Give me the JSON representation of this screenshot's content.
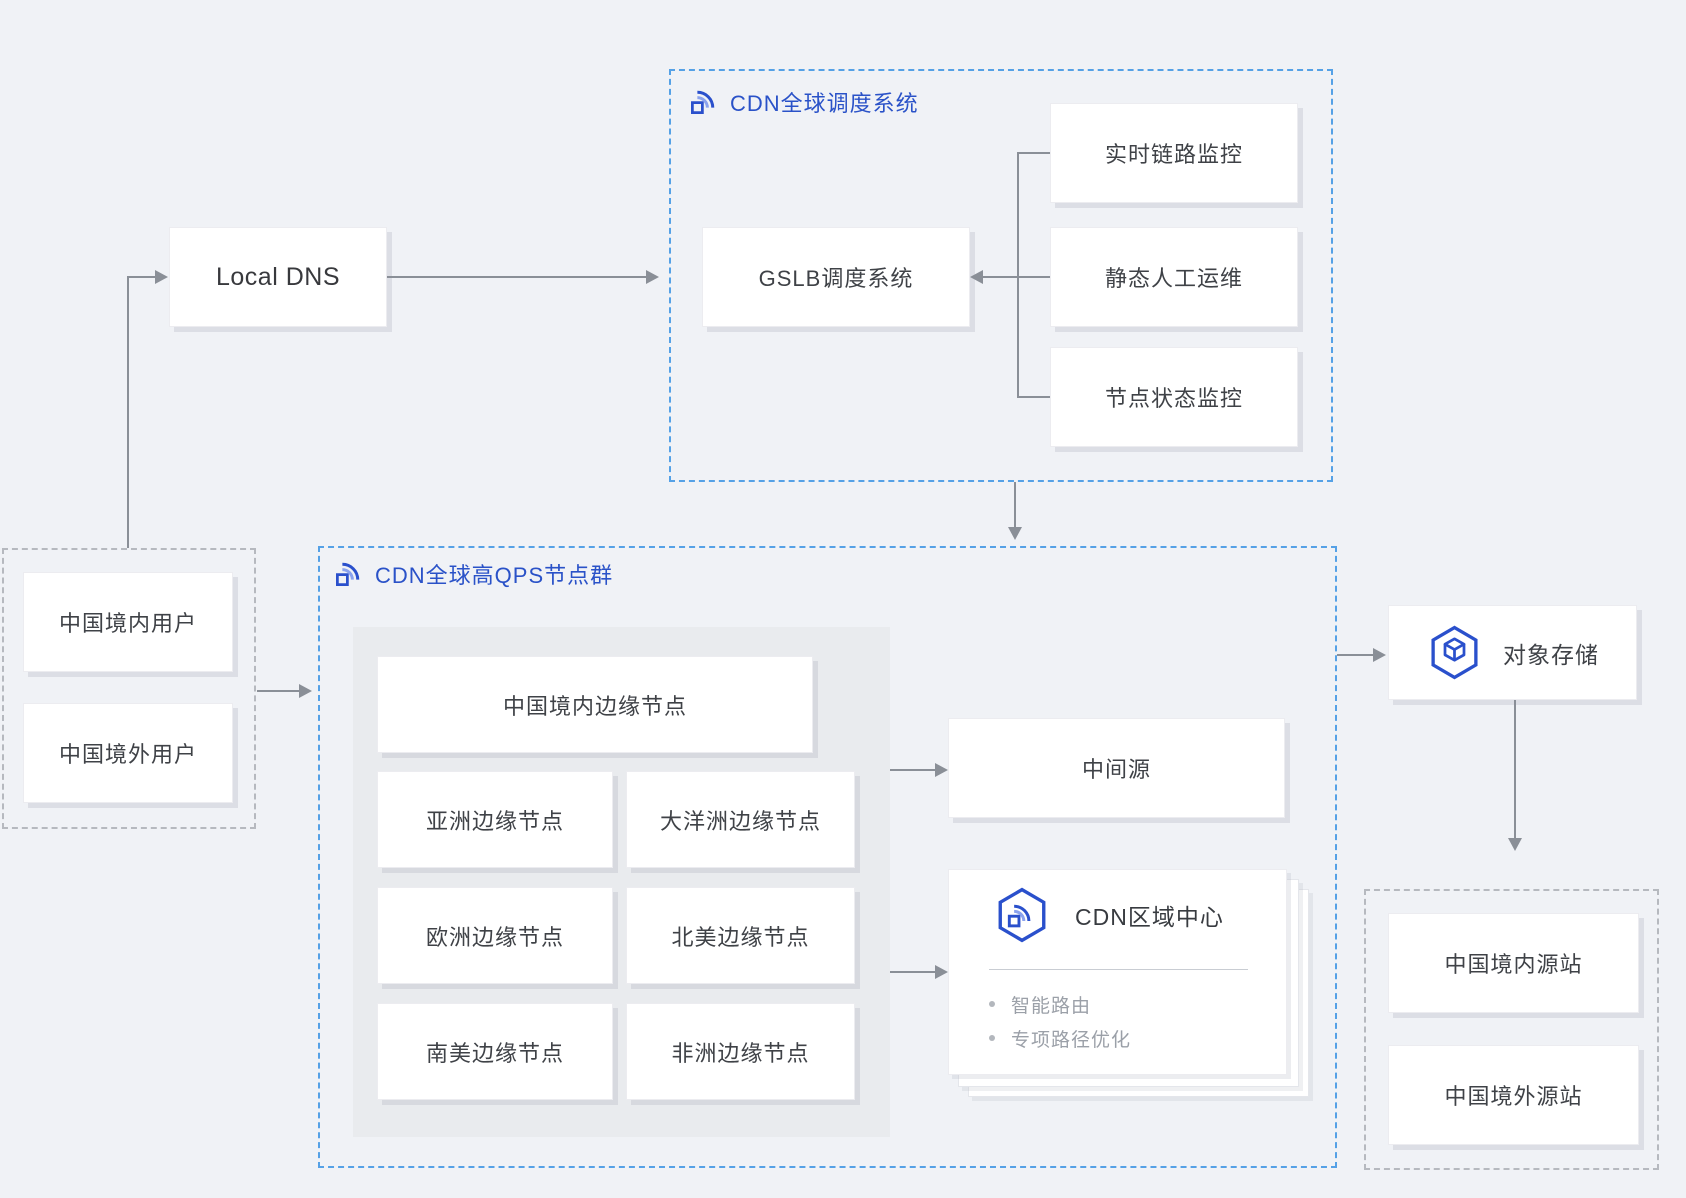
{
  "scheduling": {
    "title": "CDN全球调度系统",
    "gslb": "GSLB调度系统",
    "monitors": [
      "实时链路监控",
      "静态人工运维",
      "节点状态监控"
    ]
  },
  "local_dns": "Local DNS",
  "users": {
    "domestic": "中国境内用户",
    "overseas": "中国境外用户"
  },
  "qps": {
    "title": "CDN全球高QPS节点群",
    "china_edge": "中国境内边缘节点",
    "edges": [
      "亚洲边缘节点",
      "大洋洲边缘节点",
      "欧洲边缘节点",
      "北美边缘节点",
      "南美边缘节点",
      "非洲边缘节点"
    ],
    "mid_source": "中间源"
  },
  "region_center": {
    "title": "CDN区域中心",
    "features": [
      "智能路由",
      "专项路径优化"
    ]
  },
  "storage": "对象存储",
  "origins": {
    "domestic": "中国境内源站",
    "overseas": "中国境外源站"
  },
  "colors": {
    "background": "#f0f2f6",
    "group_title_blue": "#2a52c8",
    "dashed_blue": "#55a1e6",
    "dashed_gray": "#b6b9bf",
    "icon_blue": "#2a50cc",
    "icon_blue_light": "#8aa2ee",
    "arrow_gray": "#8a8f97"
  },
  "icons": {
    "cdn": "cdn-icon",
    "region_center": "cdn-hexagon-icon",
    "object_storage": "object-storage-icon"
  }
}
